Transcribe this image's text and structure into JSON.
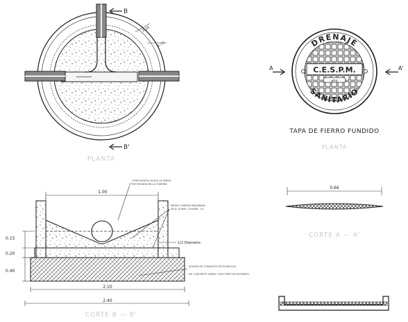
{
  "planta": {
    "label": "PLANTA",
    "dims": {
      "d1": "1.20",
      "d2": "1.73"
    },
    "section_marks": {
      "top": "B",
      "bottom": "B'"
    }
  },
  "tapa": {
    "ring_top": "DRENAJE",
    "center": "C.E.S.P.M.",
    "ring_bottom": "SANITARIO",
    "plate": "año",
    "caption": "TAPA DE FIERRO FUNDIDO",
    "sub": "PLANTA",
    "section_marks": {
      "left": "A",
      "right": "A'"
    }
  },
  "corte_aa": {
    "dim": "0.66",
    "label": "CORTE A — A'"
  },
  "corte_bb": {
    "label": "CORTE B — B'",
    "dims": {
      "top": "1.00",
      "h1": "0.15",
      "h2": "0.20",
      "h3": "0.40",
      "w1": "2.10",
      "w2": "2.40"
    },
    "notes": {
      "n1": "CONFLUENCIA HACIA LA PARED",
      "n2": "REFORZADA EN LA TUBERIA",
      "n3": "MEDIA TUBERIA RANURADA",
      "n4": "DE 6\" Ø MIN. CHURRIL. 10",
      "n5": "1/2 Diametro",
      "n6": "SOLERA DE CONCRETO DE PLANTILLA",
      "n7": "DE CONCRETO SIMPLE (VER ESPECIFICACIONES)"
    }
  }
}
